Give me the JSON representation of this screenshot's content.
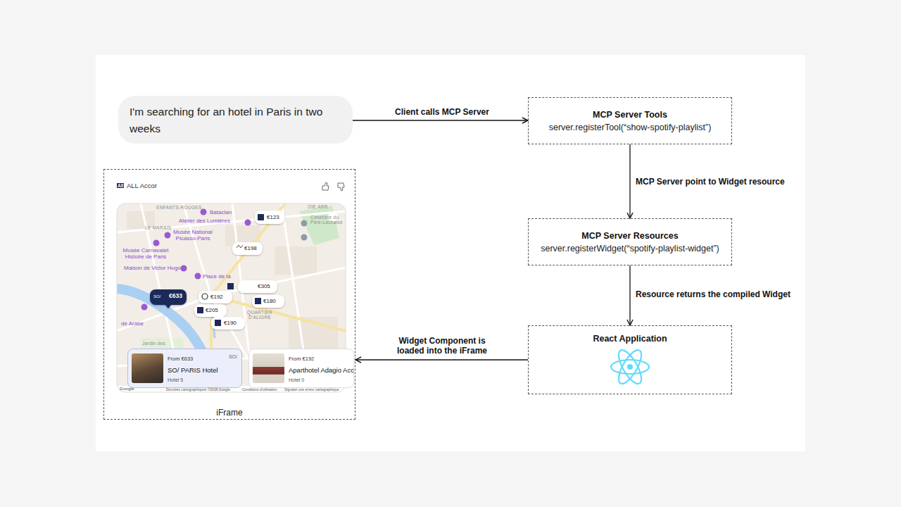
{
  "diagram": {
    "nodes": [
      {
        "text": [
          "I'm searching for an hotel in Paris in two weeks"
        ]
      },
      {
        "text": [
          "MCP Server Tools",
          "server.registerTool(“show-spotify-playlist”)"
        ]
      },
      {
        "text": [
          "MCP Server Resources",
          "server.registerWidget(“spotify-playlist-widget”)"
        ]
      },
      {
        "text": [
          "React Application"
        ]
      },
      {
        "text": [
          "iFrame"
        ]
      },
      {
        "text": [
          "From €633",
          "SO/ PARIS Hotel",
          "Hotel 5",
          "SO/"
        ],
        "in": 4
      },
      {
        "text": [
          "From €192",
          "Aparthotel Adagio Acc",
          "Hotel 0"
        ],
        "in": 4
      }
    ],
    "edges": [
      {
        "from": 0,
        "to": 1,
        "arrow": "to",
        "label": "Client calls MCP Server"
      },
      {
        "from": 1,
        "to": 2,
        "arrow": "to",
        "label": "MCP Server point to Widget resource"
      },
      {
        "from": 2,
        "to": 3,
        "arrow": "to",
        "label": "Resource returns the compiled Widget"
      },
      {
        "from": 3,
        "to": 4,
        "arrow": "to",
        "label": "Widget Component is loaded into the iFrame"
      }
    ],
    "labels": [
      "All",
      "ALL Accor",
      "ENFANTS-ROUGES",
      "Bataclan",
      "Atelier des Lumières",
      "€123",
      "20E ARR",
      "Cimetière du Père-Lachaise",
      "LE MARAIS",
      "Musée National Picasso-Paris",
      "€198",
      "Musée Carnavalet Histoire de Paris",
      "Maison de Victor Hugo",
      "Place de la",
      "€305",
      "€180",
      "€633",
      "SO/",
      "€192",
      "€205",
      "€190",
      "QUARTIER D'ALIGRE",
      "Jardin des",
      "de Arabe",
      "Données cartographiques ©2026 Google",
      "Conditions d'utilisation",
      "Signaler une erreur cartographique",
      "Google"
    ]
  }
}
